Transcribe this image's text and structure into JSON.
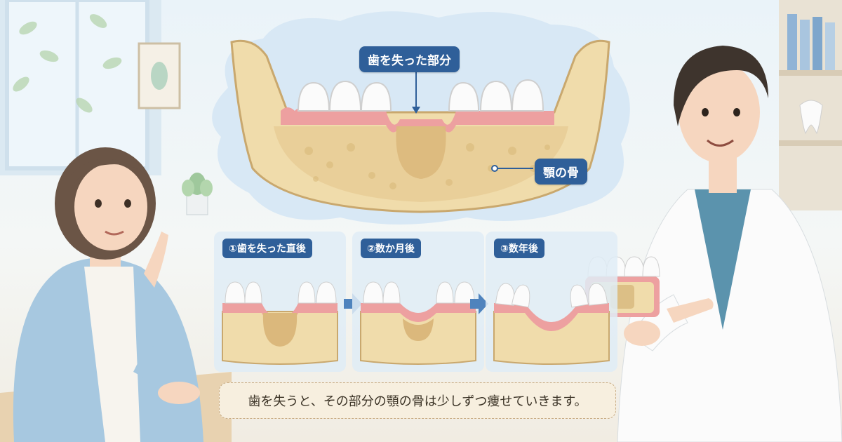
{
  "main_diagram": {
    "missing_tooth_label": "歯を失った部分",
    "jaw_bone_label": "顎の骨"
  },
  "stages": [
    {
      "label": "①歯を失った直後",
      "bone_loss": "none"
    },
    {
      "label": "②数か月後",
      "bone_loss": "slight"
    },
    {
      "label": "③数年後",
      "bone_loss": "significant"
    }
  ],
  "caption": "歯を失うと、その部分の顎の骨は少しずつ痩せていきます。",
  "colors": {
    "accent_blue": "#2f5f99",
    "bone": "#f0dcab",
    "gum": "#eda0a0",
    "caption_bg": "#f7efdf",
    "doctor_scrubs": "#5b93ad",
    "patient_cardigan": "#a7c8e0"
  }
}
